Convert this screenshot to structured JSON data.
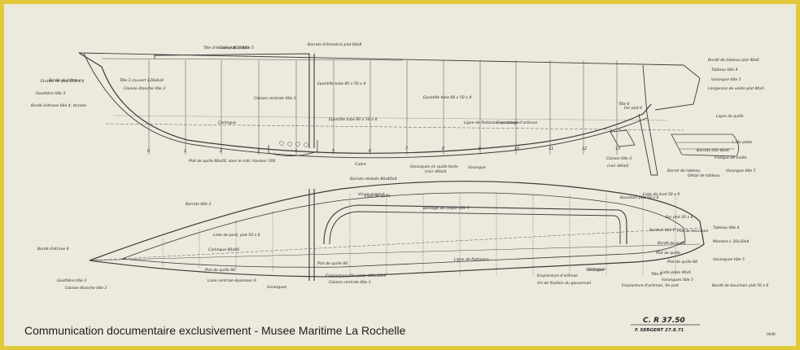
{
  "caption": "Communication documentaire exclusivement - Musee Maritime La Rochelle",
  "title_block": {
    "line1": "C. R 37.50",
    "line2": "F. SERGENT 27.8.71"
  },
  "sheet_ref": "(4/4)",
  "colors": {
    "paper": "#ece9dd",
    "border": "#e2c93a",
    "ink": "#2a2a2a"
  },
  "frame_numbers_top": [
    "0",
    "1",
    "2",
    "3",
    "4",
    "5",
    "6",
    "7",
    "8",
    "9",
    "10",
    "11",
    "12",
    "13"
  ],
  "notes_top": [
    "Bordé de l'étrave",
    "Tôle d'étrave plat 200x8",
    "Etrave, fer plat 250 x 8",
    "Gouttière tôle 3",
    "Bordé d'étrave tôle 4, formée",
    "Tôle 3 couvert 120x6x6",
    "Cloison étanche tôle 3",
    "Collier 40 x 40 x 5",
    "Barrots d'étambrai plat 80x8",
    "Epontille tube 60 x 50 x 4",
    "Epontille tube 60 x 50 x 4",
    "Epontille tube 60 x 50 x 4",
    "Cloison centrale tôle 3",
    "Ligne de flottaison en charge",
    "Carlingue",
    "Emplanture d'artimon",
    "Plat de quille 80x20, sous le mât, hauteur 500",
    "Cadre",
    "Varangues en quille fonte",
    "(voir détail)",
    "Cloison tôle 3",
    "(voir détail)",
    "Varangue",
    "Tôle 6",
    "Fer plat 6",
    "Bordé de tableau plat 40x6",
    "Tableau tôle 4",
    "Varangue tôle 5",
    "Longerons de voûte plat 40x5",
    "Ligne de quille",
    "Liste plate",
    "Flasque de voûte",
    "Barrot de tableau",
    "Varangue tôle 5",
    "Détail de tableau",
    "Barrots tôle 40x6"
  ],
  "notes_bottom": [
    "Bordé d'étrave 8",
    "Gouttière tôle 3",
    "Barrots tôle 3",
    "Cloison étanche tôle 3",
    "Liste de pont, plat 50 x 6",
    "Carlingue 80x40",
    "Plat de quille 80",
    "Lisse centrale épaisseur 6",
    "Plat de quille 80",
    "Emplanture tôle plate 100x10x6",
    "Cloison centrale tôle 3",
    "Varangues",
    "Virure mazout",
    "Barrots réalisés 80x40x4",
    "Liste de quille",
    "Bordage de coque tôle 5",
    "Liste de livet 50 x 6",
    "Fer plat 20 x 6",
    "Renfort tôle 6",
    "Tableau tôle 4",
    "Membre L 30x30x4",
    "Varangues tôle 5",
    "Plat de quille 80",
    "Liste plate 40x6",
    "Varangues tôle 5",
    "Ligne de flottaison",
    "Emplanture d'artimon",
    "Bouchain plat 50 x 6",
    "Vis de fixation du gouvernail",
    "Emplanture d'artimon, fer plat",
    "Plat de bouchain",
    "Varangue",
    "Tôle 6",
    "Bordé de bouchain plat 50 x 6",
    "Plat de quille",
    "Bordé de quille",
    "Varangue"
  ]
}
